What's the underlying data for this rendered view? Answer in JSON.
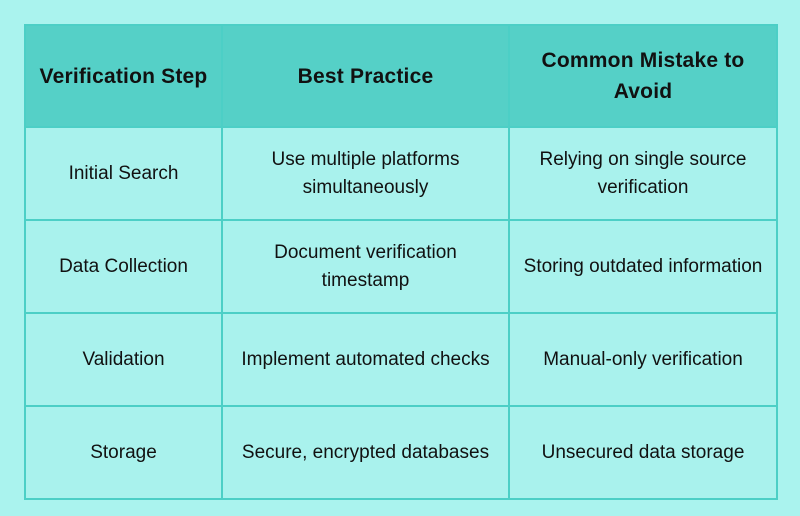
{
  "table": {
    "headers": [
      "Verification Step",
      "Best Practice",
      "Common Mistake to Avoid"
    ],
    "rows": [
      [
        "Initial Search",
        "Use multiple platforms simultaneously",
        "Relying on single source verification"
      ],
      [
        "Data Collection",
        "Document verification timestamp",
        "Storing outdated information"
      ],
      [
        "Validation",
        "Implement automated checks",
        "Manual-only verification"
      ],
      [
        "Storage",
        "Secure, encrypted databases",
        "Unsecured data storage"
      ]
    ]
  },
  "colors": {
    "page_background": "#aaf3ee",
    "header_background": "#55d0c7",
    "cell_background": "#a9f2ed",
    "border": "#4ccfc6",
    "text": "#111111"
  }
}
